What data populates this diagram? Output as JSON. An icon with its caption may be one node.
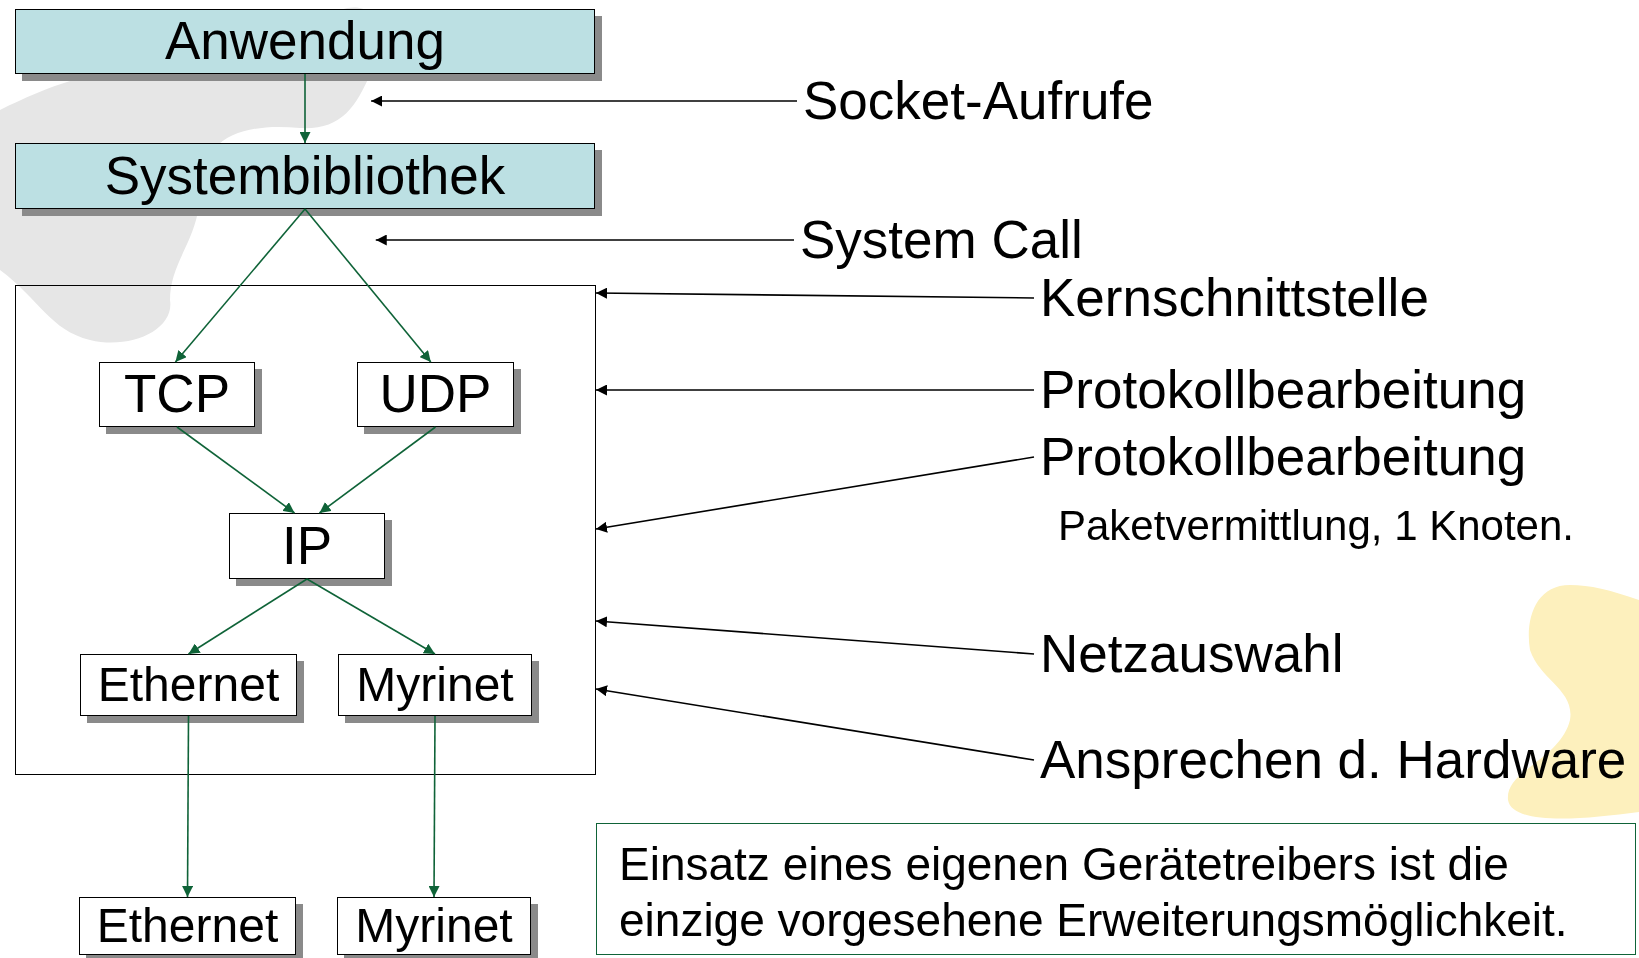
{
  "diagram": {
    "nodes": [
      {
        "text": [
          "Anwendung"
        ]
      },
      {
        "text": [
          "Systembibliothek"
        ]
      },
      {
        "text": [],
        "shape": "box"
      },
      {
        "text": [
          "TCP"
        ],
        "in": 2
      },
      {
        "text": [
          "UDP"
        ],
        "in": 2
      },
      {
        "text": [
          "IP"
        ],
        "in": 2
      },
      {
        "text": [
          "Ethernet"
        ],
        "in": 2
      },
      {
        "text": [
          "Myrinet"
        ],
        "in": 2
      },
      {
        "text": [
          "Ethernet"
        ]
      },
      {
        "text": [
          "Myrinet"
        ]
      },
      {
        "text": [
          "Socket-Aufrufe"
        ]
      },
      {
        "text": [
          "System Call"
        ]
      },
      {
        "text": [
          "Kernschnittstelle"
        ]
      },
      {
        "text": [
          "Protokollbearbeitung"
        ]
      },
      {
        "text": [
          "Protokollbearbeitung"
        ],
        "beside": [
          "Paketvermittlung, 1 Knoten."
        ]
      },
      {
        "text": [
          "Netzauswahl"
        ]
      },
      {
        "text": [
          "Ansprechen d. Hardware"
        ]
      },
      {
        "text": [
          "Einsatz eines eigenen Gerätetreibers ist die einzige vorgesehene Erweiterungsmöglichkeit."
        ]
      }
    ],
    "edges": [
      {
        "from": 0,
        "to": 1,
        "arrow": "to"
      },
      {
        "from": 1,
        "to": 3,
        "arrow": "to"
      },
      {
        "from": 1,
        "to": 4,
        "arrow": "to"
      },
      {
        "from": 3,
        "to": 5,
        "arrow": "to"
      },
      {
        "from": 4,
        "to": 5,
        "arrow": "to"
      },
      {
        "from": 5,
        "to": 6,
        "arrow": "to"
      },
      {
        "from": 5,
        "to": 7,
        "arrow": "to"
      },
      {
        "from": 6,
        "to": 8,
        "arrow": "to"
      },
      {
        "from": 7,
        "to": 9,
        "arrow": "to"
      },
      {
        "from": 10,
        "to": 0,
        "arrow": "to",
        "color": "#000000"
      },
      {
        "from": 11,
        "to": 1,
        "arrow": "to",
        "color": "#000000"
      },
      {
        "from": 12,
        "to": 2,
        "arrow": "to",
        "color": "#000000"
      },
      {
        "from": 13,
        "to": 2,
        "arrow": "to",
        "color": "#000000"
      },
      {
        "from": 14,
        "to": 2,
        "arrow": "to",
        "color": "#000000"
      },
      {
        "from": 15,
        "to": 2,
        "arrow": "to",
        "color": "#000000"
      },
      {
        "from": 16,
        "to": 2,
        "arrow": "to",
        "color": "#000000"
      }
    ]
  }
}
